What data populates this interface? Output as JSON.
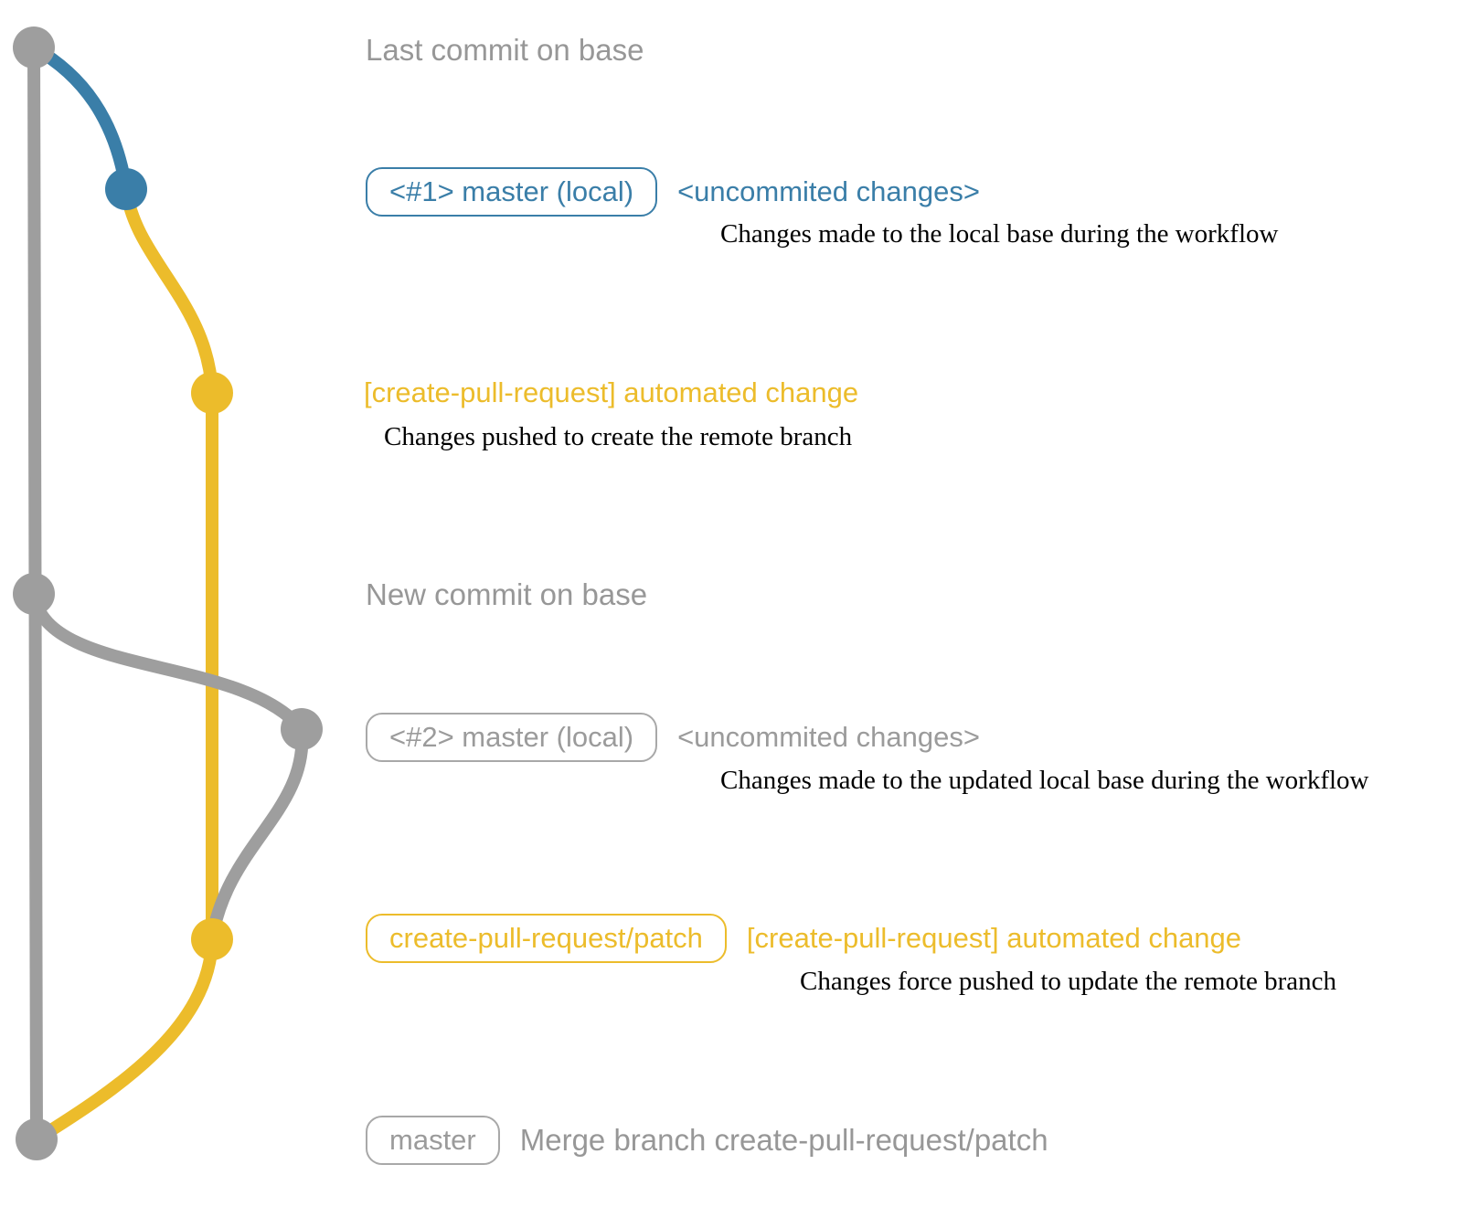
{
  "colors": {
    "base_gray": "#9e9e9e",
    "branch_blue": "#3a7ea8",
    "branch_yellow": "#ecbc2b",
    "description_text": "#000000",
    "heading_gray": "#979797"
  },
  "graph": {
    "type": "git-branch-diagram",
    "commits": [
      {
        "id": "last-commit-on-base",
        "color": "gray"
      },
      {
        "id": "local-commit-1",
        "color": "blue"
      },
      {
        "id": "remote-branch-commit-1",
        "color": "yellow"
      },
      {
        "id": "new-commit-on-base",
        "color": "gray"
      },
      {
        "id": "local-commit-2",
        "color": "gray"
      },
      {
        "id": "remote-branch-commit-2",
        "color": "yellow"
      },
      {
        "id": "merge-commit",
        "color": "gray"
      }
    ]
  },
  "annotations": {
    "last_commit": {
      "label": "Last commit on base"
    },
    "row1": {
      "badge": "<#1> master (local)",
      "tag": "<uncommited changes>",
      "description": "Changes made to the local base during the workflow"
    },
    "row2": {
      "title": "[create-pull-request] automated change",
      "description": "Changes pushed to create the remote branch"
    },
    "new_commit": {
      "label": "New commit on base"
    },
    "row3": {
      "badge": "<#2> master (local)",
      "tag": "<uncommited changes>",
      "description": "Changes made to the updated local base during the workflow"
    },
    "row4": {
      "badge": "create-pull-request/patch",
      "title": "[create-pull-request] automated change",
      "description": "Changes force pushed to update the remote branch"
    },
    "row5": {
      "badge": "master",
      "description": "Merge branch create-pull-request/patch"
    }
  }
}
